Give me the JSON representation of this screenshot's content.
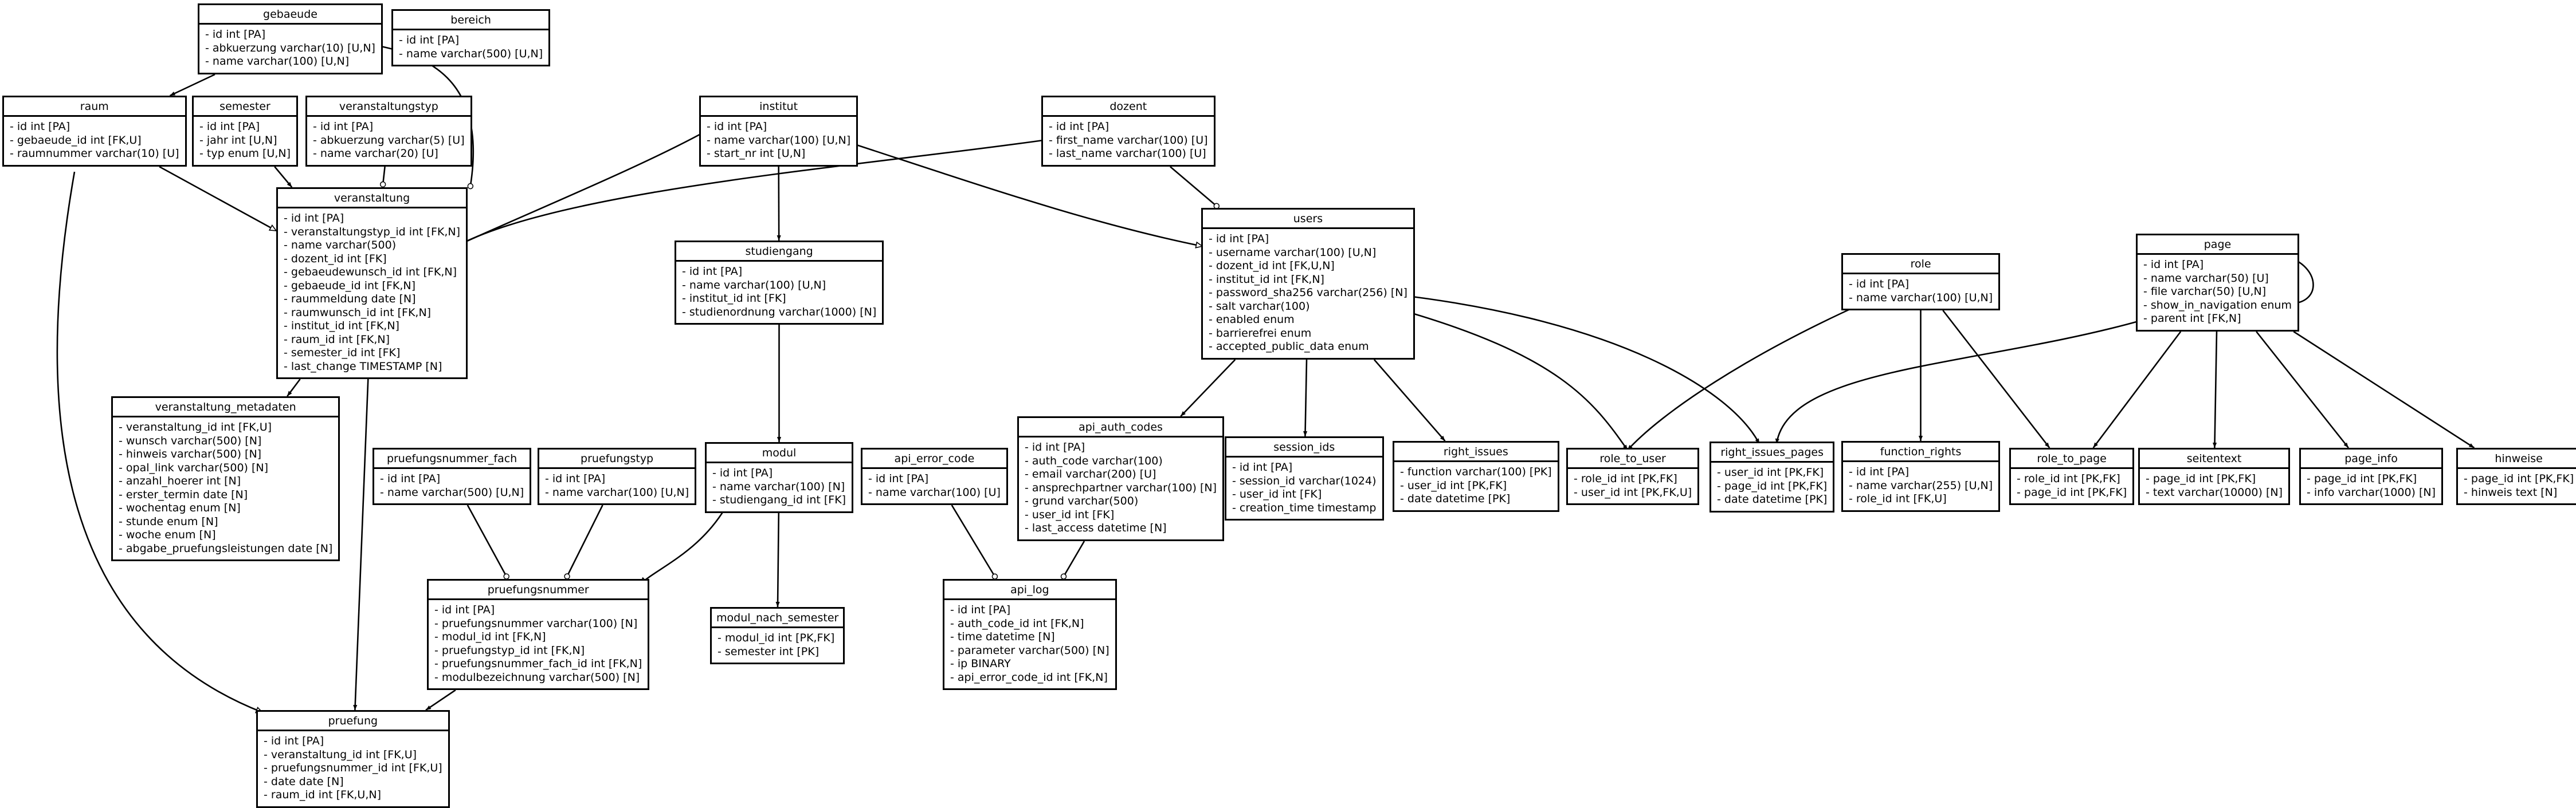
{
  "diagram": {
    "tables": [
      {
        "id": "gebaeude",
        "name": "gebaeude",
        "fields": [
          "- id int [PA]",
          "- abkuerzung varchar(10) [U,N]",
          "- name varchar(100) [U,N]"
        ]
      },
      {
        "id": "bereich",
        "name": "bereich",
        "fields": [
          "- id int [PA]",
          "- name varchar(500) [U,N]"
        ]
      },
      {
        "id": "raum",
        "name": "raum",
        "fields": [
          "- id int [PA]",
          "- gebaeude_id int [FK,U]",
          "- raumnummer varchar(10) [U]"
        ]
      },
      {
        "id": "semester",
        "name": "semester",
        "fields": [
          "- id int [PA]",
          "- jahr int [U,N]",
          "- typ enum [U,N]"
        ]
      },
      {
        "id": "veranstaltungstyp",
        "name": "veranstaltungstyp",
        "fields": [
          "- id int [PA]",
          "- abkuerzung varchar(5) [U]",
          "- name varchar(20) [U]"
        ]
      },
      {
        "id": "institut",
        "name": "institut",
        "fields": [
          "- id int [PA]",
          "- name varchar(100) [U,N]",
          "- start_nr int [U,N]"
        ]
      },
      {
        "id": "dozent",
        "name": "dozent",
        "fields": [
          "- id int [PA]",
          "- first_name varchar(100) [U]",
          "- last_name varchar(100) [U]"
        ]
      },
      {
        "id": "veranstaltung",
        "name": "veranstaltung",
        "fields": [
          "- id int [PA]",
          "- veranstaltungstyp_id int [FK,N]",
          "- name varchar(500)",
          "- dozent_id int [FK]",
          "- gebaeudewunsch_id int [FK,N]",
          "- gebaeude_id int [FK,N]",
          "- raummeldung date [N]",
          "- raumwunsch_id int [FK,N]",
          "- institut_id int [FK,N]",
          "- raum_id int [FK,N]",
          "- semester_id int [FK]",
          "- last_change TIMESTAMP [N]"
        ]
      },
      {
        "id": "users",
        "name": "users",
        "fields": [
          "- id int [PA]",
          "- username varchar(100) [U,N]",
          "- dozent_id int [FK,U,N]",
          "- institut_id int [FK,N]",
          "- password_sha256 varchar(256) [N]",
          "- salt varchar(100)",
          "- enabled enum",
          "- barrierefrei enum",
          "- accepted_public_data enum"
        ]
      },
      {
        "id": "studiengang",
        "name": "studiengang",
        "fields": [
          "- id int [PA]",
          "- name varchar(100) [U,N]",
          "- institut_id int [FK]",
          "- studienordnung varchar(1000) [N]"
        ]
      },
      {
        "id": "role",
        "name": "role",
        "fields": [
          "- id int [PA]",
          "- name varchar(100) [U,N]"
        ]
      },
      {
        "id": "page",
        "name": "page",
        "fields": [
          "- id int [PA]",
          "- name varchar(50) [U]",
          "- file varchar(50) [U,N]",
          "- show_in_navigation enum",
          "- parent int [FK,N]"
        ]
      },
      {
        "id": "veranstaltung_metadaten",
        "name": "veranstaltung_metadaten",
        "fields": [
          "- veranstaltung_id int [FK,U]",
          "- wunsch varchar(500) [N]",
          "- hinweis varchar(500) [N]",
          "- opal_link varchar(500) [N]",
          "- anzahl_hoerer int [N]",
          "- erster_termin date [N]",
          "- wochentag enum [N]",
          "- stunde enum [N]",
          "- woche enum [N]",
          "- abgabe_pruefungsleistungen date [N]"
        ]
      },
      {
        "id": "api_auth_codes",
        "name": "api_auth_codes",
        "fields": [
          "- id int [PA]",
          "- auth_code varchar(100)",
          "- email varchar(200) [U]",
          "- ansprechpartner varchar(100) [N]",
          "- grund varchar(500)",
          "- user_id int [FK]",
          "- last_access datetime [N]"
        ]
      },
      {
        "id": "session_ids",
        "name": "session_ids",
        "fields": [
          "- id int [PA]",
          "- session_id varchar(1024)",
          "- user_id int [FK]",
          "- creation_time timestamp"
        ]
      },
      {
        "id": "right_issues",
        "name": "right_issues",
        "fields": [
          "- function varchar(100) [PK]",
          "- user_id int [PK,FK]",
          "- date datetime [PK]"
        ]
      },
      {
        "id": "role_to_user",
        "name": "role_to_user",
        "fields": [
          "- role_id int [PK,FK]",
          "- user_id int [PK,FK,U]"
        ]
      },
      {
        "id": "right_issues_pages",
        "name": "right_issues_pages",
        "fields": [
          "- user_id int [PK,FK]",
          "- page_id int [PK,FK]",
          "- date datetime [PK]"
        ]
      },
      {
        "id": "function_rights",
        "name": "function_rights",
        "fields": [
          "- id int [PA]",
          "- name varchar(255) [U,N]",
          "- role_id int [FK,U]"
        ]
      },
      {
        "id": "role_to_page",
        "name": "role_to_page",
        "fields": [
          "- role_id int [PK,FK]",
          "- page_id int [PK,FK]"
        ]
      },
      {
        "id": "seitentext",
        "name": "seitentext",
        "fields": [
          "- page_id int [PK,FK]",
          "- text varchar(10000) [N]"
        ]
      },
      {
        "id": "page_info",
        "name": "page_info",
        "fields": [
          "- page_id int [PK,FK]",
          "- info varchar(1000) [N]"
        ]
      },
      {
        "id": "hinweise",
        "name": "hinweise",
        "fields": [
          "- page_id int [PK,FK]",
          "- hinweis text [N]"
        ]
      },
      {
        "id": "pruefungsnummer_fach",
        "name": "pruefungsnummer_fach",
        "fields": [
          "- id int [PA]",
          "- name varchar(500) [U,N]"
        ]
      },
      {
        "id": "pruefungstyp",
        "name": "pruefungstyp",
        "fields": [
          "- id int [PA]",
          "- name varchar(100) [U,N]"
        ]
      },
      {
        "id": "modul",
        "name": "modul",
        "fields": [
          "- id int [PA]",
          "- name varchar(100) [N]",
          "- studiengang_id int [FK]"
        ]
      },
      {
        "id": "api_error_code",
        "name": "api_error_code",
        "fields": [
          "- id int [PA]",
          "- name varchar(100) [U]"
        ]
      },
      {
        "id": "pruefungsnummer",
        "name": "pruefungsnummer",
        "fields": [
          "- id int [PA]",
          "- pruefungsnummer varchar(100) [N]",
          "- modul_id int [FK,N]",
          "- pruefungstyp_id int [FK,N]",
          "- pruefungsnummer_fach_id int [FK,N]",
          "- modulbezeichnung varchar(500) [N]"
        ]
      },
      {
        "id": "modul_nach_semester",
        "name": "modul_nach_semester",
        "fields": [
          "- modul_id int [PK,FK]",
          "- semester int [PK]"
        ]
      },
      {
        "id": "api_log",
        "name": "api_log",
        "fields": [
          "- id int [PA]",
          "- auth_code_id int [FK,N]",
          "- time datetime [N]",
          "- parameter varchar(500) [N]",
          "- ip BINARY",
          "- api_error_code_id int [FK,N]"
        ]
      },
      {
        "id": "pruefung",
        "name": "pruefung",
        "fields": [
          "- id int [PA]",
          "- veranstaltung_id int [FK,U]",
          "- pruefungsnummer_id int [FK,U]",
          "- date date [N]",
          "- raum_id int [FK,U,N]"
        ]
      }
    ],
    "edges": [
      {
        "from": "gebaeude",
        "to": "raum",
        "end": "filled-arrow"
      },
      {
        "from": "gebaeude",
        "to": "veranstaltung",
        "end": "open-dot"
      },
      {
        "from": "raum",
        "to": "veranstaltung",
        "end": "open-arrow"
      },
      {
        "from": "raum",
        "to": "pruefung",
        "end": "open-arrow"
      },
      {
        "from": "semester",
        "to": "veranstaltung",
        "end": "filled-arrow"
      },
      {
        "from": "veranstaltungstyp",
        "to": "veranstaltung",
        "end": "open-dot"
      },
      {
        "from": "institut",
        "to": "veranstaltung",
        "end": "filled-arrow"
      },
      {
        "from": "institut",
        "to": "studiengang",
        "end": "filled-arrow"
      },
      {
        "from": "institut",
        "to": "users",
        "end": "open-arrow"
      },
      {
        "from": "dozent",
        "to": "veranstaltung",
        "end": "filled-arrow"
      },
      {
        "from": "dozent",
        "to": "users",
        "end": "open-dot"
      },
      {
        "from": "veranstaltung",
        "to": "veranstaltung_metadaten",
        "end": "filled-arrow"
      },
      {
        "from": "veranstaltung",
        "to": "pruefung",
        "end": "filled-arrow"
      },
      {
        "from": "studiengang",
        "to": "modul",
        "end": "filled-arrow"
      },
      {
        "from": "users",
        "to": "api_auth_codes",
        "end": "filled-arrow"
      },
      {
        "from": "users",
        "to": "session_ids",
        "end": "filled-arrow"
      },
      {
        "from": "users",
        "to": "right_issues",
        "end": "filled-arrow"
      },
      {
        "from": "users",
        "to": "role_to_user",
        "end": "filled-arrow"
      },
      {
        "from": "users",
        "to": "right_issues_pages",
        "end": "filled-arrow"
      },
      {
        "from": "role",
        "to": "role_to_user",
        "end": "filled-arrow"
      },
      {
        "from": "role",
        "to": "function_rights",
        "end": "filled-arrow"
      },
      {
        "from": "role",
        "to": "role_to_page",
        "end": "filled-arrow"
      },
      {
        "from": "page",
        "to": "right_issues_pages",
        "end": "filled-arrow"
      },
      {
        "from": "page",
        "to": "role_to_page",
        "end": "filled-arrow"
      },
      {
        "from": "page",
        "to": "seitentext",
        "end": "filled-arrow"
      },
      {
        "from": "page",
        "to": "page_info",
        "end": "filled-arrow"
      },
      {
        "from": "page",
        "to": "hinweise",
        "end": "filled-arrow"
      },
      {
        "from": "page",
        "to": "page",
        "end": "open-arrow"
      },
      {
        "from": "pruefungsnummer_fach",
        "to": "pruefungsnummer",
        "end": "open-dot"
      },
      {
        "from": "pruefungstyp",
        "to": "pruefungsnummer",
        "end": "open-dot"
      },
      {
        "from": "modul",
        "to": "pruefungsnummer",
        "end": "open-arrow"
      },
      {
        "from": "modul",
        "to": "modul_nach_semester",
        "end": "filled-arrow"
      },
      {
        "from": "api_error_code",
        "to": "api_log",
        "end": "open-dot"
      },
      {
        "from": "api_auth_codes",
        "to": "api_log",
        "end": "open-dot"
      },
      {
        "from": "pruefungsnummer",
        "to": "pruefung",
        "end": "filled-arrow"
      }
    ]
  }
}
